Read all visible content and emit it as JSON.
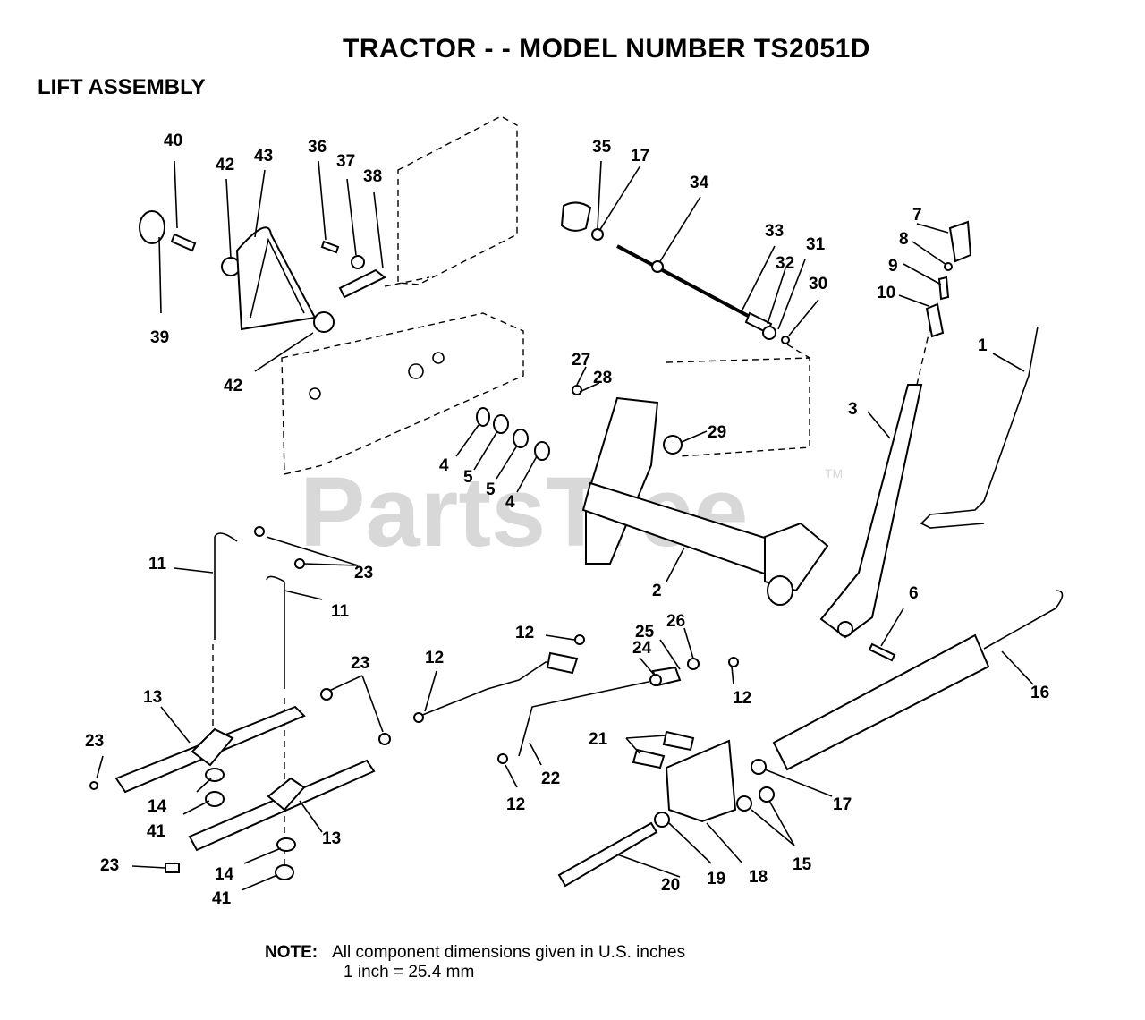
{
  "header": {
    "title": "TRACTOR - - MODEL NUMBER TS2051D",
    "subtitle": "LIFT ASSEMBLY"
  },
  "watermark": {
    "text": "PartsTree",
    "trademark": "TM"
  },
  "callouts": [
    "40",
    "42",
    "43",
    "36",
    "37",
    "38",
    "39",
    "42",
    "35",
    "17",
    "34",
    "33",
    "32",
    "31",
    "30",
    "7",
    "8",
    "9",
    "10",
    "1",
    "3",
    "27",
    "28",
    "29",
    "4",
    "5",
    "5",
    "4",
    "2",
    "6",
    "11",
    "23",
    "11",
    "23",
    "13",
    "23",
    "14",
    "41",
    "13",
    "23",
    "14",
    "41",
    "12",
    "12",
    "24",
    "25",
    "26",
    "12",
    "22",
    "21",
    "12",
    "16",
    "17",
    "18",
    "19",
    "20",
    "15"
  ],
  "note": {
    "label": "NOTE:",
    "line1": "All component dimensions given in U.S. inches",
    "line2": "1 inch = 25.4 mm"
  }
}
